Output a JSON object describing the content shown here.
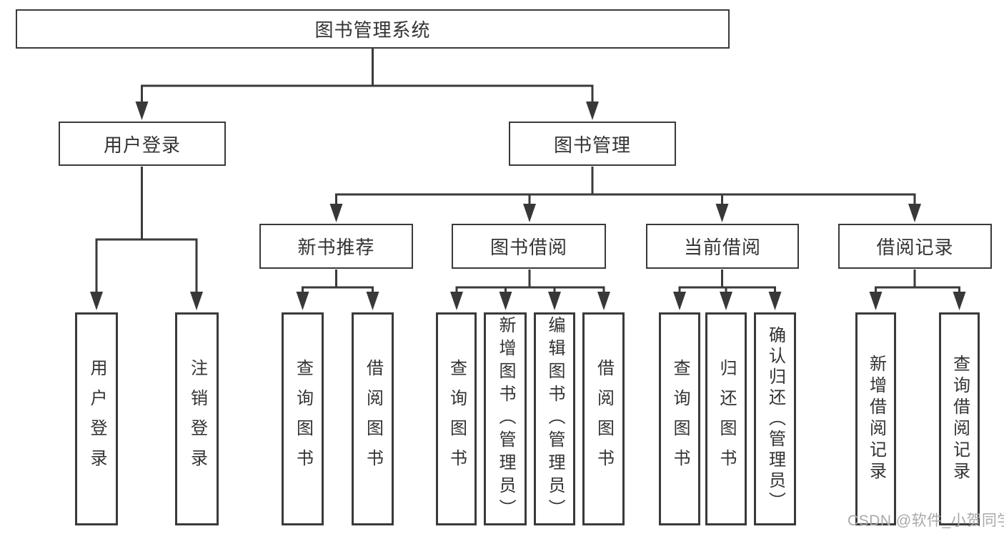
{
  "tree": {
    "label": "图书管理系统",
    "children": [
      {
        "label": "用户登录",
        "children": [
          {
            "label": "用户登录"
          },
          {
            "label": "注销登录"
          }
        ]
      },
      {
        "label": "图书管理",
        "children": [
          {
            "label": "新书推荐",
            "children": [
              {
                "label": "查询图书"
              },
              {
                "label": "借阅图书"
              }
            ]
          },
          {
            "label": "图书借阅",
            "children": [
              {
                "label": "查询图书"
              },
              {
                "label": "新增图书（管理员）"
              },
              {
                "label": "编辑图书（管理员）"
              },
              {
                "label": "借阅图书"
              }
            ]
          },
          {
            "label": "当前借阅",
            "children": [
              {
                "label": "查询图书"
              },
              {
                "label": "归还图书"
              },
              {
                "label": "确认归还（管理员）"
              }
            ]
          },
          {
            "label": "借阅记录",
            "children": [
              {
                "label": "新增借阅记录"
              },
              {
                "label": "查询借阅记录"
              }
            ]
          }
        ]
      }
    ]
  },
  "watermark": {
    "text": "CSDN @软件_小贺同学"
  },
  "colors": {
    "line": "#3a3a3a",
    "box_border": "#3a3a3a",
    "text": "#333333",
    "background": "#ffffff",
    "watermark": "#a9a9a9"
  }
}
